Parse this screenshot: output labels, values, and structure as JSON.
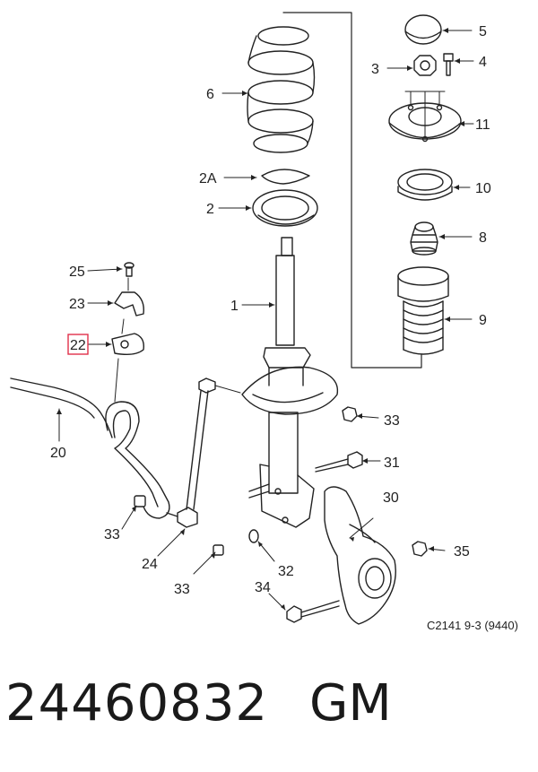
{
  "callouts": {
    "c1": "1",
    "c2": "2",
    "c2a": "2A",
    "c3": "3",
    "c4": "4",
    "c5": "5",
    "c6": "6",
    "c8": "8",
    "c9": "9",
    "c10": "10",
    "c11": "11",
    "c20": "20",
    "c22": "22",
    "c23": "23",
    "c24": "24",
    "c25": "25",
    "c30": "30",
    "c31": "31",
    "c32": "32",
    "c33a": "33",
    "c33b": "33",
    "c33c": "33",
    "c34": "34",
    "c35": "35"
  },
  "diagram_ref": "C2141 9-3 (9440)",
  "part_number": "24460832",
  "manufacturer": "GM",
  "highlight_color": "#e0304a"
}
